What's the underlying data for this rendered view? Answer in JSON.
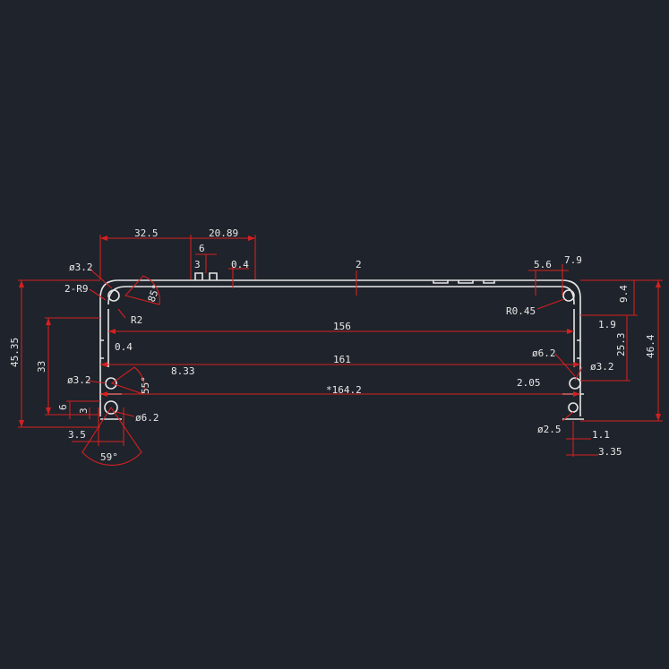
{
  "colors": {
    "background": "#1f232b",
    "profile": "#e6e6e6",
    "dimension": "#d42020",
    "text": "#e8e8e8"
  },
  "dimensions": {
    "top_32_5": "32.5",
    "top_20_89": "20.89",
    "top_6": "6",
    "top_3": "3",
    "top_0_4": "0.4",
    "top_2": "2",
    "top_5_6": "5.6",
    "top_7_9": "7.9",
    "left_dia_3_2": "ø3.2",
    "left_2_r9": "2-R9",
    "left_85deg": "85°",
    "left_r2": "R2",
    "right_r0_45": "R0.45",
    "right_9_4": "9.4",
    "right_46_4": "46.4",
    "center_156": "156",
    "right_1_9": "1.9",
    "left_45_35": "45.35",
    "left_0_4": "0.4",
    "right_25_3": "25.3",
    "left_33": "33",
    "center_161": "161",
    "right_dia_6_2": "ø6.2",
    "right_dia_3_2": "ø3.2",
    "left_8_33": "8.33",
    "left_dia_3_2_b": "ø3.2",
    "left_55deg": "55°",
    "center_164_2": "*164.2",
    "right_2_05": "2.05",
    "left_6": "6",
    "left_3": "3",
    "left_dia_6_2": "ø6.2",
    "right_dia_2_5": "ø2.5",
    "right_1_1": "1.1",
    "left_3_5": "3.5",
    "right_3_35": "3.35",
    "left_59deg": "59°"
  }
}
